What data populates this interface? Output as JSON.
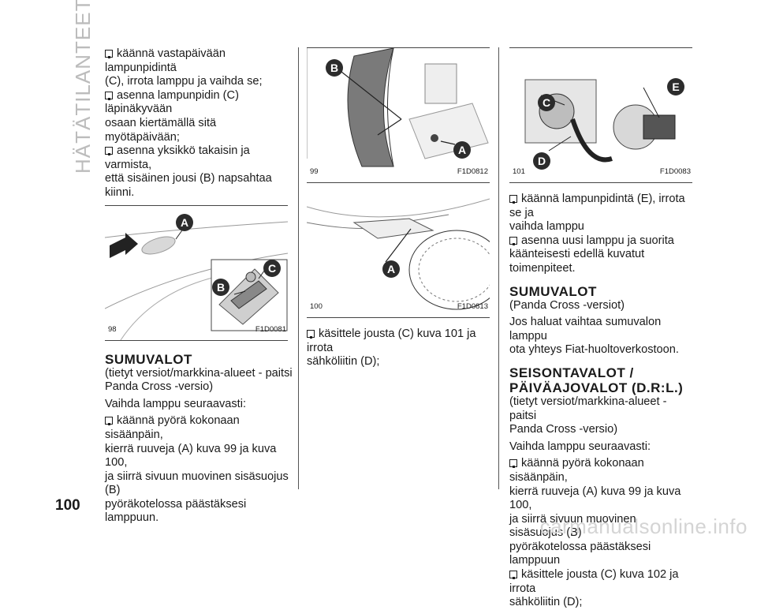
{
  "page": {
    "section_title": "HÄTÄTILANTEET",
    "page_number": "100",
    "footer_url": "carmanualsonline.info"
  },
  "col1": {
    "lines": [
      "käännä vastapäivään lampunpidintä",
      "(C), irrota lamppu ja vaihda se;",
      "asenna lampunpidin (C) läpinäkyvään",
      "osaan kiertämällä sitä myötäpäivään;",
      "asenna yksikkö takaisin ja varmista,",
      "että sisäinen jousi (B) napsahtaa kiinni."
    ],
    "figure": {
      "num": "98",
      "code": "F1D0081",
      "callouts": [
        "A",
        "B",
        "C"
      ]
    },
    "heading": "SUMUVALOT",
    "p1": [
      "(tietyt versiot/markkina-alueet - paitsi",
      "Panda Cross -versio)"
    ],
    "p2": "Vaihda lamppu seuraavasti:",
    "p3": [
      "käännä pyörä kokonaan sisäänpäin,",
      "kierrä ruuveja (A) kuva 99 ja kuva 100,",
      "ja siirrä sivuun muovinen sisäsuojus (B)",
      "pyöräkotelossa päästäksesi lamppuun."
    ]
  },
  "col2": {
    "figure1": {
      "num": "99",
      "code": "F1D0812",
      "callouts": [
        "B",
        "A"
      ]
    },
    "figure2": {
      "num": "100",
      "code": "F1D0813",
      "callouts": [
        "A"
      ]
    },
    "p1": [
      "käsittele jousta (C) kuva 101 ja irrota",
      "sähköliitin (D);"
    ]
  },
  "col3": {
    "figure": {
      "num": "101",
      "code": "F1D0083",
      "callouts": [
        "E",
        "C",
        "D"
      ]
    },
    "lines": [
      "käännä lampunpidintä (E), irrota se ja",
      "vaihda lamppu",
      "asenna uusi lamppu ja suorita",
      "käänteisesti edellä kuvatut",
      "toimenpiteet."
    ],
    "heading1": "SUMUVALOT",
    "p1": "(Panda Cross -versiot)",
    "p2": [
      "Jos haluat vaihtaa sumuvalon lamppu",
      "ota yhteys Fiat-huoltoverkostoon."
    ],
    "heading2": [
      "SEISONTAVALOT /",
      "PÄIVÄAJOVALOT (D.R:L.)"
    ],
    "p3": [
      "(tietyt versiot/markkina-alueet - paitsi",
      "Panda Cross -versio)"
    ],
    "p4": "Vaihda lamppu seuraavasti:",
    "p5": [
      "käännä pyörä kokonaan sisäänpäin,",
      "kierrä ruuveja (A) kuva 99 ja kuva 100,",
      "ja siirrä sivuun muovinen sisäsuojus (B)",
      "pyöräkotelossa päästäksesi lamppuun",
      "käsittele jousta (C) kuva 102 ja irrota",
      "sähköliitin (D);"
    ]
  }
}
